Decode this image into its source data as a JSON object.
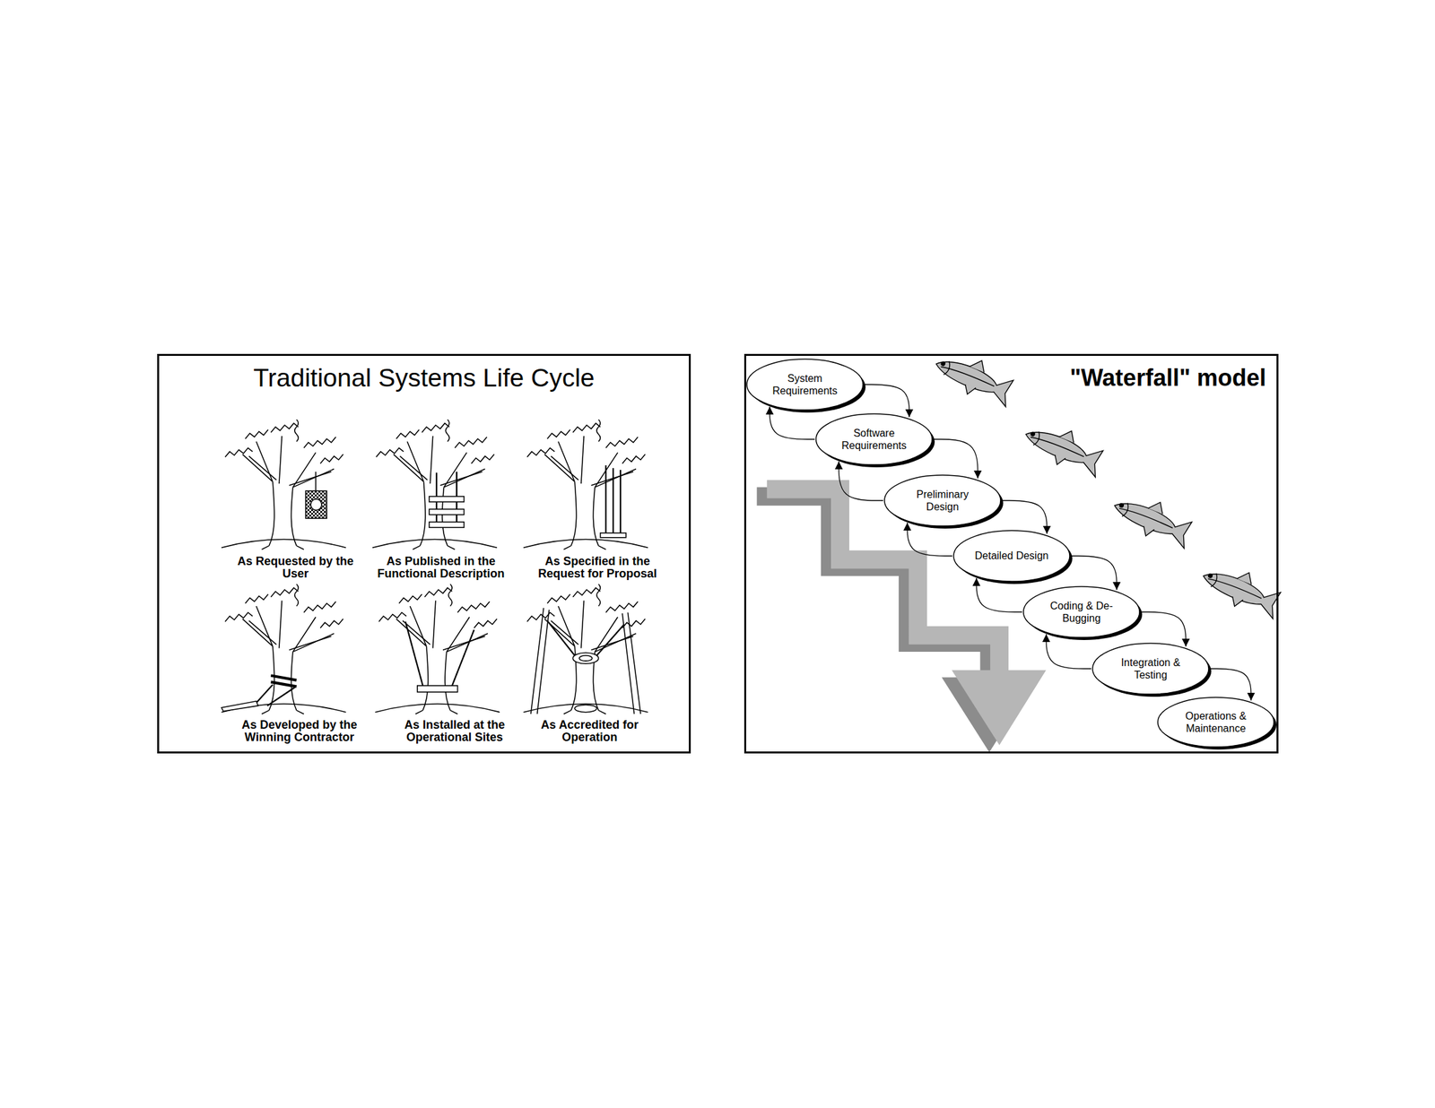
{
  "diagram": {
    "nodes": [
      {
        "text": [
          "Traditional Systems Life Cycle"
        ]
      },
      {
        "text": [
          "\"Waterfall\" model"
        ]
      },
      {
        "text": [
          "System Requirements"
        ],
        "in": 1
      },
      {
        "text": [
          "Software Requirements"
        ],
        "in": 1
      },
      {
        "text": [
          "Preliminary Design"
        ],
        "in": 1
      },
      {
        "text": [
          "Detailed Design"
        ],
        "in": 1
      },
      {
        "text": [
          "Coding & De-Bugging"
        ],
        "in": 1
      },
      {
        "text": [
          "Integration & Testing"
        ],
        "in": 1
      },
      {
        "text": [
          "Operations & Maintenance"
        ],
        "in": 1
      }
    ],
    "edges": [
      {
        "from": 2,
        "to": 3,
        "arrow": "to"
      },
      {
        "from": 3,
        "to": 4,
        "arrow": "to"
      },
      {
        "from": 4,
        "to": 5,
        "arrow": "to"
      },
      {
        "from": 5,
        "to": 6,
        "arrow": "to"
      },
      {
        "from": 6,
        "to": 7,
        "arrow": "to"
      },
      {
        "from": 7,
        "to": 8,
        "arrow": "to"
      },
      {
        "from": 3,
        "to": 2,
        "arrow": "to"
      },
      {
        "from": 4,
        "to": 3,
        "arrow": "to"
      },
      {
        "from": 5,
        "to": 4,
        "arrow": "to"
      },
      {
        "from": 6,
        "to": 5,
        "arrow": "to"
      },
      {
        "from": 7,
        "to": 6,
        "arrow": "to"
      }
    ],
    "labels": [
      "As Requested by the User",
      "As Published in the Functional Description",
      "As Specified in the Request for Proposal",
      "As Developed by the Winning Contractor",
      "As Installed at the Operational Sites",
      "As Accredited for Operation"
    ]
  }
}
